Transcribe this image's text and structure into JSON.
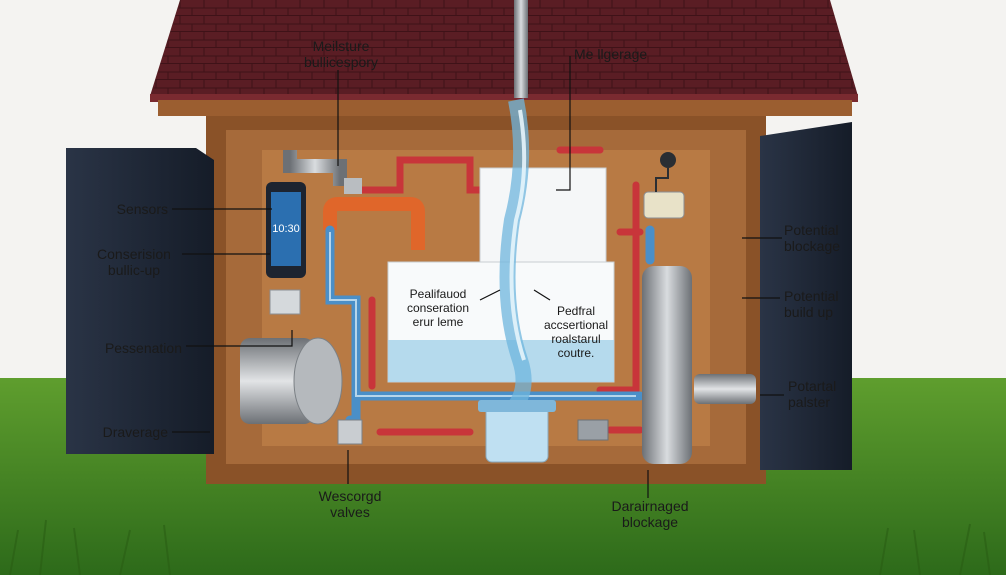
{
  "labels": {
    "moisture_buildup": "Meilsture\nbullicespory",
    "me_lltgerage": "Me llgerage",
    "sensors": "Sensors",
    "condensation_buildup": "Conserision\nbullic-up",
    "pessenation": "Pessenation",
    "draverage": "Draverage",
    "potential_blockage": "Potential\nblockage",
    "potential_buildup": "Potential\nbuild up",
    "potartal_palster": "Potartal\npalster",
    "wescorgd_valves": "Wescorgd\nvalves",
    "darainaged_blockage": "Darairnaged\nblockage",
    "tank_left_text": "Pealifauod\nconseration\nerur leme",
    "tank_right_text": "Pedfral\naccsertional\nroalstarul\ncoutre."
  },
  "display": {
    "time": "10:30"
  },
  "colors": {
    "roof": "#5a1d24",
    "wall": "#8a5228",
    "cold_pipe": "#4a8fc8",
    "hot_pipe": "#c8353a",
    "orange_pipe": "#e0662a",
    "water": "#a9d4ea",
    "grass": "#3f7d22",
    "panel": "#1d2738"
  }
}
